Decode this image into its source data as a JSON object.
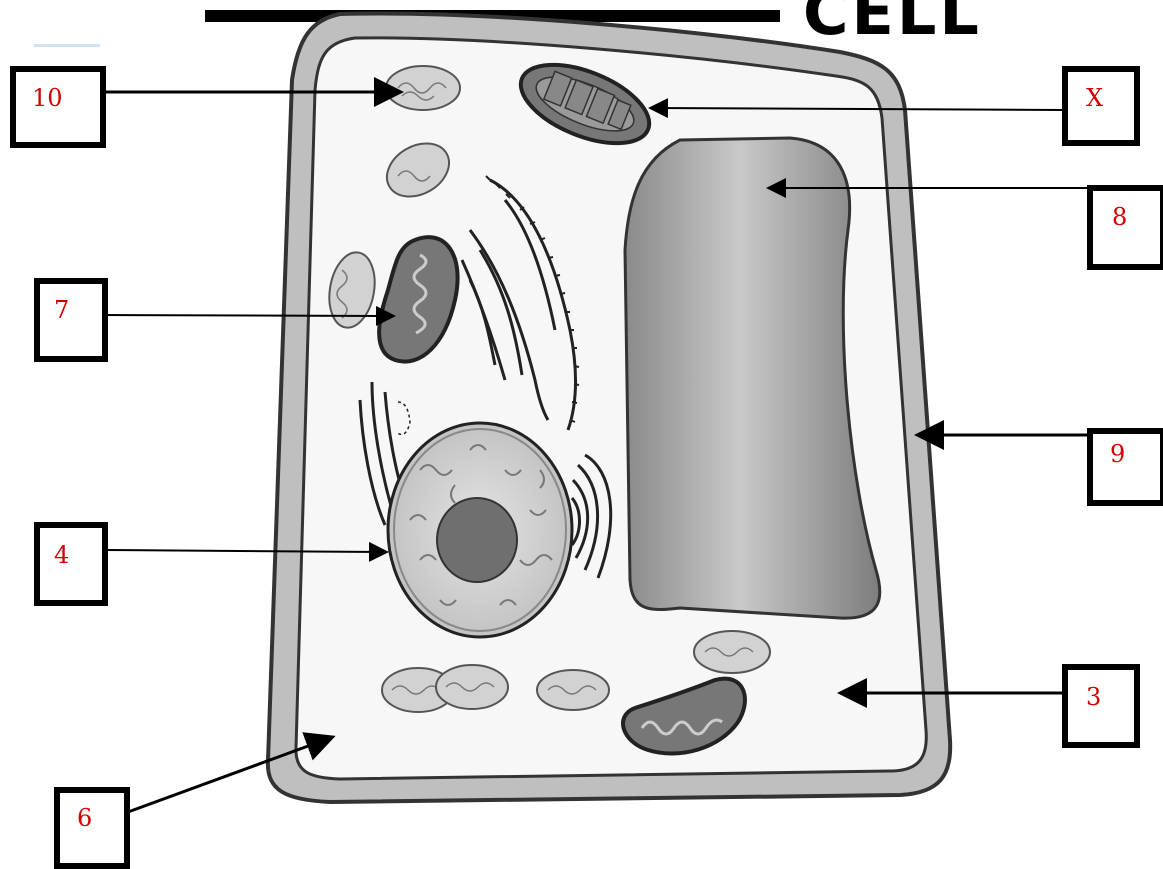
{
  "title": "CELL",
  "labels": {
    "label_10": "10",
    "label_x": "X",
    "label_8": "8",
    "label_7": "7",
    "label_9": "9",
    "label_4": "4",
    "label_3": "3",
    "label_6": "6"
  },
  "colors": {
    "label_text": "#d40000",
    "box_border": "#000000",
    "cell_wall": "#bdbdbd",
    "vacuole": "#9a9a9a"
  }
}
